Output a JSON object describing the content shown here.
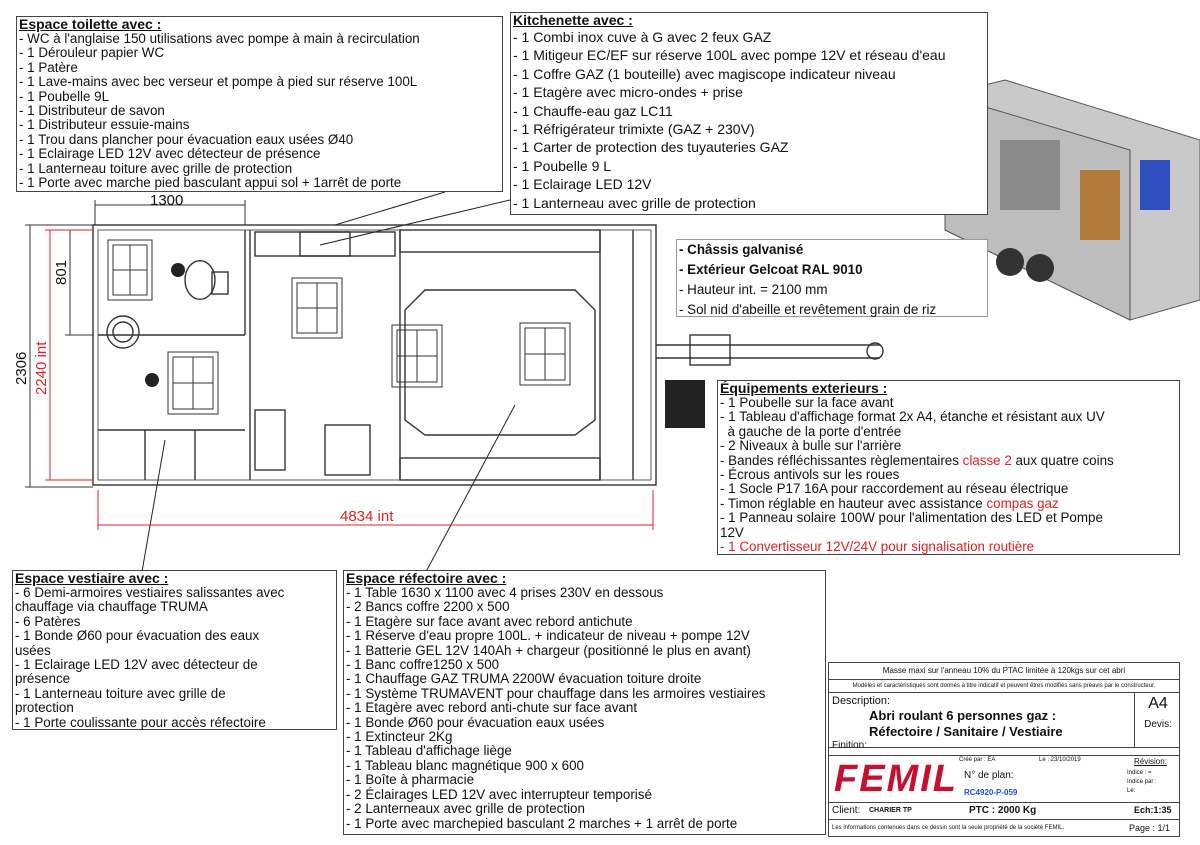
{
  "toilet": {
    "title": "Espace toilette avec :",
    "items": [
      "- WC à l'anglaise 150 utilisations avec pompe à main à recirculation",
      "- 1 Dérouleur papier WC",
      "- 1 Patère",
      "- 1 Lave-mains avec bec verseur et pompe à pied sur réserve 100L",
      "- 1 Poubelle 9L",
      "- 1 Distributeur de savon",
      "- 1 Distributeur essuie-mains",
      "- 1 Trou dans plancher pour évacuation eaux usées Ø40",
      "- 1 Eclairage LED 12V avec détecteur de présence",
      "- 1 Lanterneau toiture avec grille de protection",
      "- 1 Porte avec marche pied basculant appui sol + 1arrêt de porte"
    ]
  },
  "kitchen": {
    "title": "Kitchenette avec :",
    "items": [
      "- 1 Combi inox cuve à G avec 2 feux GAZ",
      "- 1 Mitigeur EC/EF sur réserve 100L avec pompe 12V et réseau d'eau",
      "- 1 Coffre GAZ (1 bouteille) avec magiscope indicateur niveau",
      "- 1 Etagère avec micro-ondes + prise",
      "- 1 Chauffe-eau gaz LC11",
      "- 1 Réfrigérateur trimixte (GAZ + 230V)",
      "- 1 Carter de protection des tuyauteries GAZ",
      "- 1 Poubelle 9 L",
      "- 1 Eclairage LED 12V",
      "- 1 Lanterneau avec grille de protection"
    ]
  },
  "chassis": {
    "items": [
      "- Châssis galvanisé",
      "- Extérieur Gelcoat RAL 9010",
      "- Hauteur int. = 2100 mm",
      "- Sol nid d'abeille et revêtement grain de riz"
    ]
  },
  "exterior": {
    "title": "Équipements exterieurs :",
    "items": [
      "- 1 Poubelle sur la face avant",
      "- 1 Tableau d'affichage format 2x A4, étanche et résistant aux UV",
      "  à gauche de la porte d'entrée",
      "- 2 Niveaux à bulle sur l'arrière",
      "- Bandes réfléchissantes règlementaires ",
      "- Écrous antivols sur les roues",
      "- 1 Socle P17 16A pour raccordement au réseau électrique",
      "- Timon réglable en hauteur avec assistance ",
      "- 1 Panneau solaire 100W pour l'alimentation des LED et Pompe",
      "12V",
      "- 1 Convertisseur 12V/24V pour signalisation routière"
    ],
    "red_1": "classe 2",
    "tail_1": " aux quatre coins",
    "red_2": "compas gaz"
  },
  "locker": {
    "title": "Espace vestiaire avec :",
    "items": [
      "- 6 Demi-armoires vestiaires salissantes avec",
      "chauffage via chauffage TRUMA",
      "- 6 Patères",
      "- 1 Bonde Ø60 pour évacuation des eaux",
      "usées",
      "- 1 Eclairage LED 12V avec détecteur de",
      "présence",
      "- 1 Lanterneau toiture avec grille de",
      "protection",
      "- 1 Porte coulissante pour accès réfectoire"
    ]
  },
  "dining": {
    "title": "Espace réfectoire avec :",
    "items": [
      "- 1 Table 1630 x 1100 avec 4 prises 230V en dessous",
      "- 2 Bancs coffre 2200 x 500",
      "- 1 Etagère sur face avant avec rebord antichute",
      "- 1 Réserve d'eau propre 100L. + indicateur de niveau + pompe 12V",
      "- 1 Batterie GEL 12V 140Ah + chargeur (positionné le plus en avant)",
      "- 1 Banc coffre1250 x 500",
      "- 1 Chauffage GAZ TRUMA 2200W évacuation toiture droite",
      "- 1 Système TRUMAVENT pour chauffage dans les armoires vestiaires",
      "- 1 Etagère avec rebord anti-chute sur face avant",
      "- 1 Bonde Ø60 pour évacuation eaux usées",
      "- 1 Extincteur 2Kg",
      "- 1 Tableau d'affichage liège",
      "- 1 Tableau blanc magnétique 900 x 600",
      "- 1 Boîte à pharmacie",
      "- 2 Éclairages LED 12V avec interrupteur temporisé",
      "- 2 Lanterneaux avec grille de protection",
      "- 1 Porte avec marchepied basculant 2 marches + 1 arrêt de porte"
    ]
  },
  "dimensions": {
    "top": "1300",
    "left_small": "801",
    "left_outer": "2306",
    "left_inner": "2240 int",
    "bottom": "4834 int"
  },
  "titleblock": {
    "mass_note": "Masse maxi sur l'anneau 10% du PTAC limitée à 120kgs sur cet abri",
    "disclaimer": "Modèles et caractéristiques sont donnés à titre indicatif et peuvent êtres modifiés sans préavis par le constructeur.",
    "description_label": "Description:",
    "description_line1": "Abri roulant 6 personnes gaz :",
    "description_line2": "Réfectoire / Sanitaire / Vestiaire",
    "format": "A4",
    "devis_label": "Devis:",
    "finition_label": "Finition:",
    "logo": "FEMIL",
    "created_by": "Créé par : EA",
    "date": "Le : 23/10/2019",
    "revision_label": "Révision:",
    "plan_label": "N° de plan:",
    "plan_number": "RC4920-P-059",
    "indice": "Indice : =",
    "indice_par": "Indice par :",
    "le": "Le:",
    "client_label": "Client:",
    "client": "CHARIER TP",
    "ptc": "PTC : 2000 Kg",
    "scale": "Ech:1:35",
    "property_note": "Les informations contenues dans ce dessin sont la seule propriété de la société FEMIL.",
    "page": "Page : 1/1"
  },
  "colors": {
    "dimension_red": "#e02020",
    "logo_red": "#c8102e",
    "line": "#333333"
  }
}
